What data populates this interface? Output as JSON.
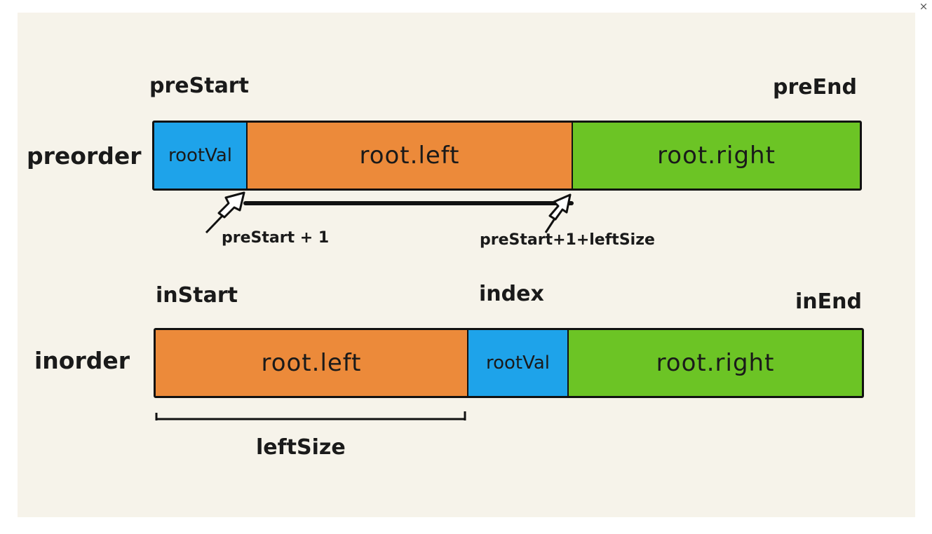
{
  "window": {
    "close_glyph": "×"
  },
  "preorder": {
    "row_label": "preorder",
    "start_label": "preStart",
    "end_label": "preEnd",
    "segments": {
      "root": "rootVal",
      "left": "root.left",
      "right": "root.right"
    },
    "pointer_labels": {
      "left_start": "preStart + 1",
      "right_start": "preStart+1+leftSize"
    }
  },
  "inorder": {
    "row_label": "inorder",
    "start_label": "inStart",
    "index_label": "index",
    "end_label": "inEnd",
    "segments": {
      "left": "root.left",
      "root": "rootVal",
      "right": "root.right"
    },
    "span_label": "leftSize"
  },
  "colors": {
    "root": "#1ea3ea",
    "left": "#ec8a3a",
    "right": "#6cc425",
    "background": "#f6f3ea"
  },
  "icons": [
    "close-icon",
    "arrow-up-right-icon"
  ]
}
